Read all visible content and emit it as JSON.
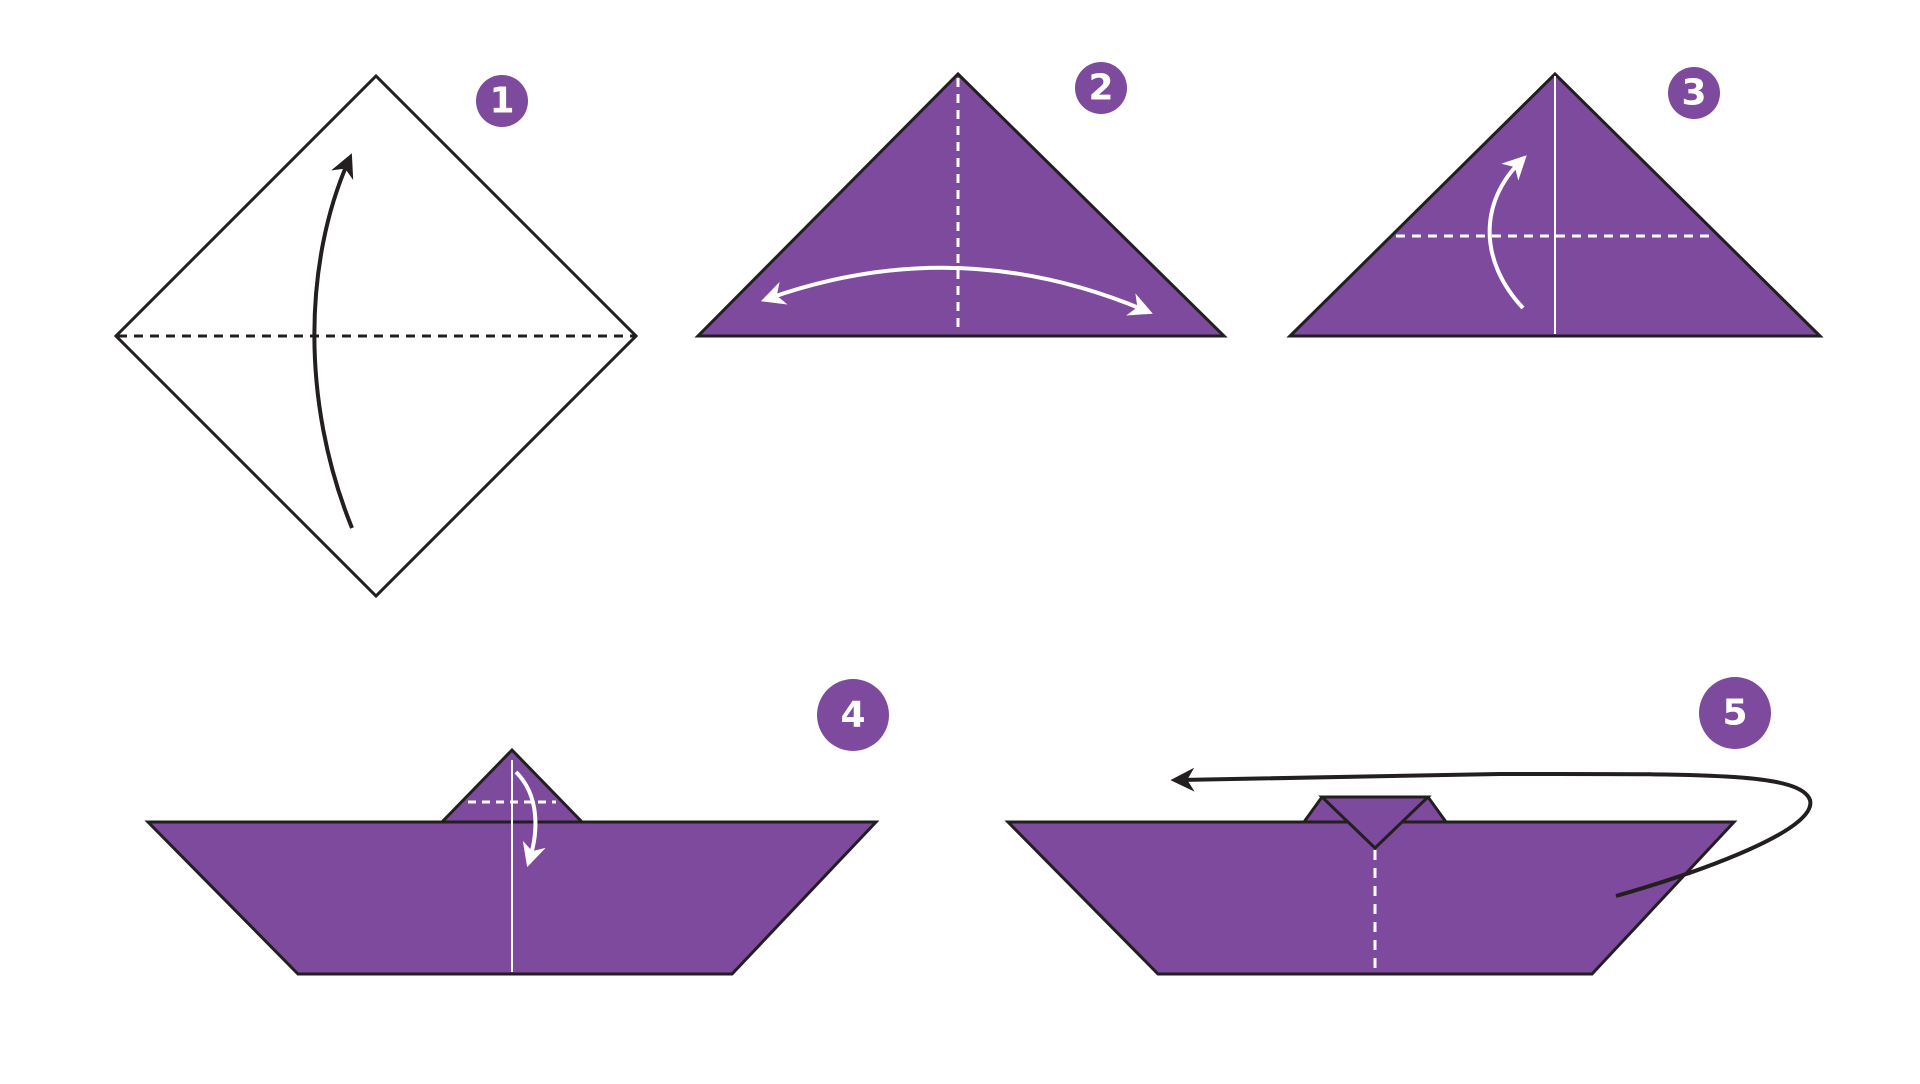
{
  "colors": {
    "paper": "#7d4a9e",
    "outline": "#231f20",
    "badge": "#7d4a9e",
    "badge_text": "#ffffff",
    "arrow_dark": "#231f20",
    "arrow_light": "#ffffff",
    "background": "#ffffff"
  },
  "steps": [
    {
      "number": "1",
      "shape": "diamond",
      "paper_color": "white",
      "arrow": "fold-up-dark"
    },
    {
      "number": "2",
      "shape": "triangle",
      "paper_color": "purple",
      "arrow": "crease-left-right-light"
    },
    {
      "number": "3",
      "shape": "triangle",
      "paper_color": "purple",
      "arrow": "fold-up-light"
    },
    {
      "number": "4",
      "shape": "boat",
      "paper_color": "purple",
      "arrow": "fold-down-light"
    },
    {
      "number": "5",
      "shape": "boat",
      "paper_color": "purple",
      "arrow": "turn-over-dark"
    }
  ]
}
